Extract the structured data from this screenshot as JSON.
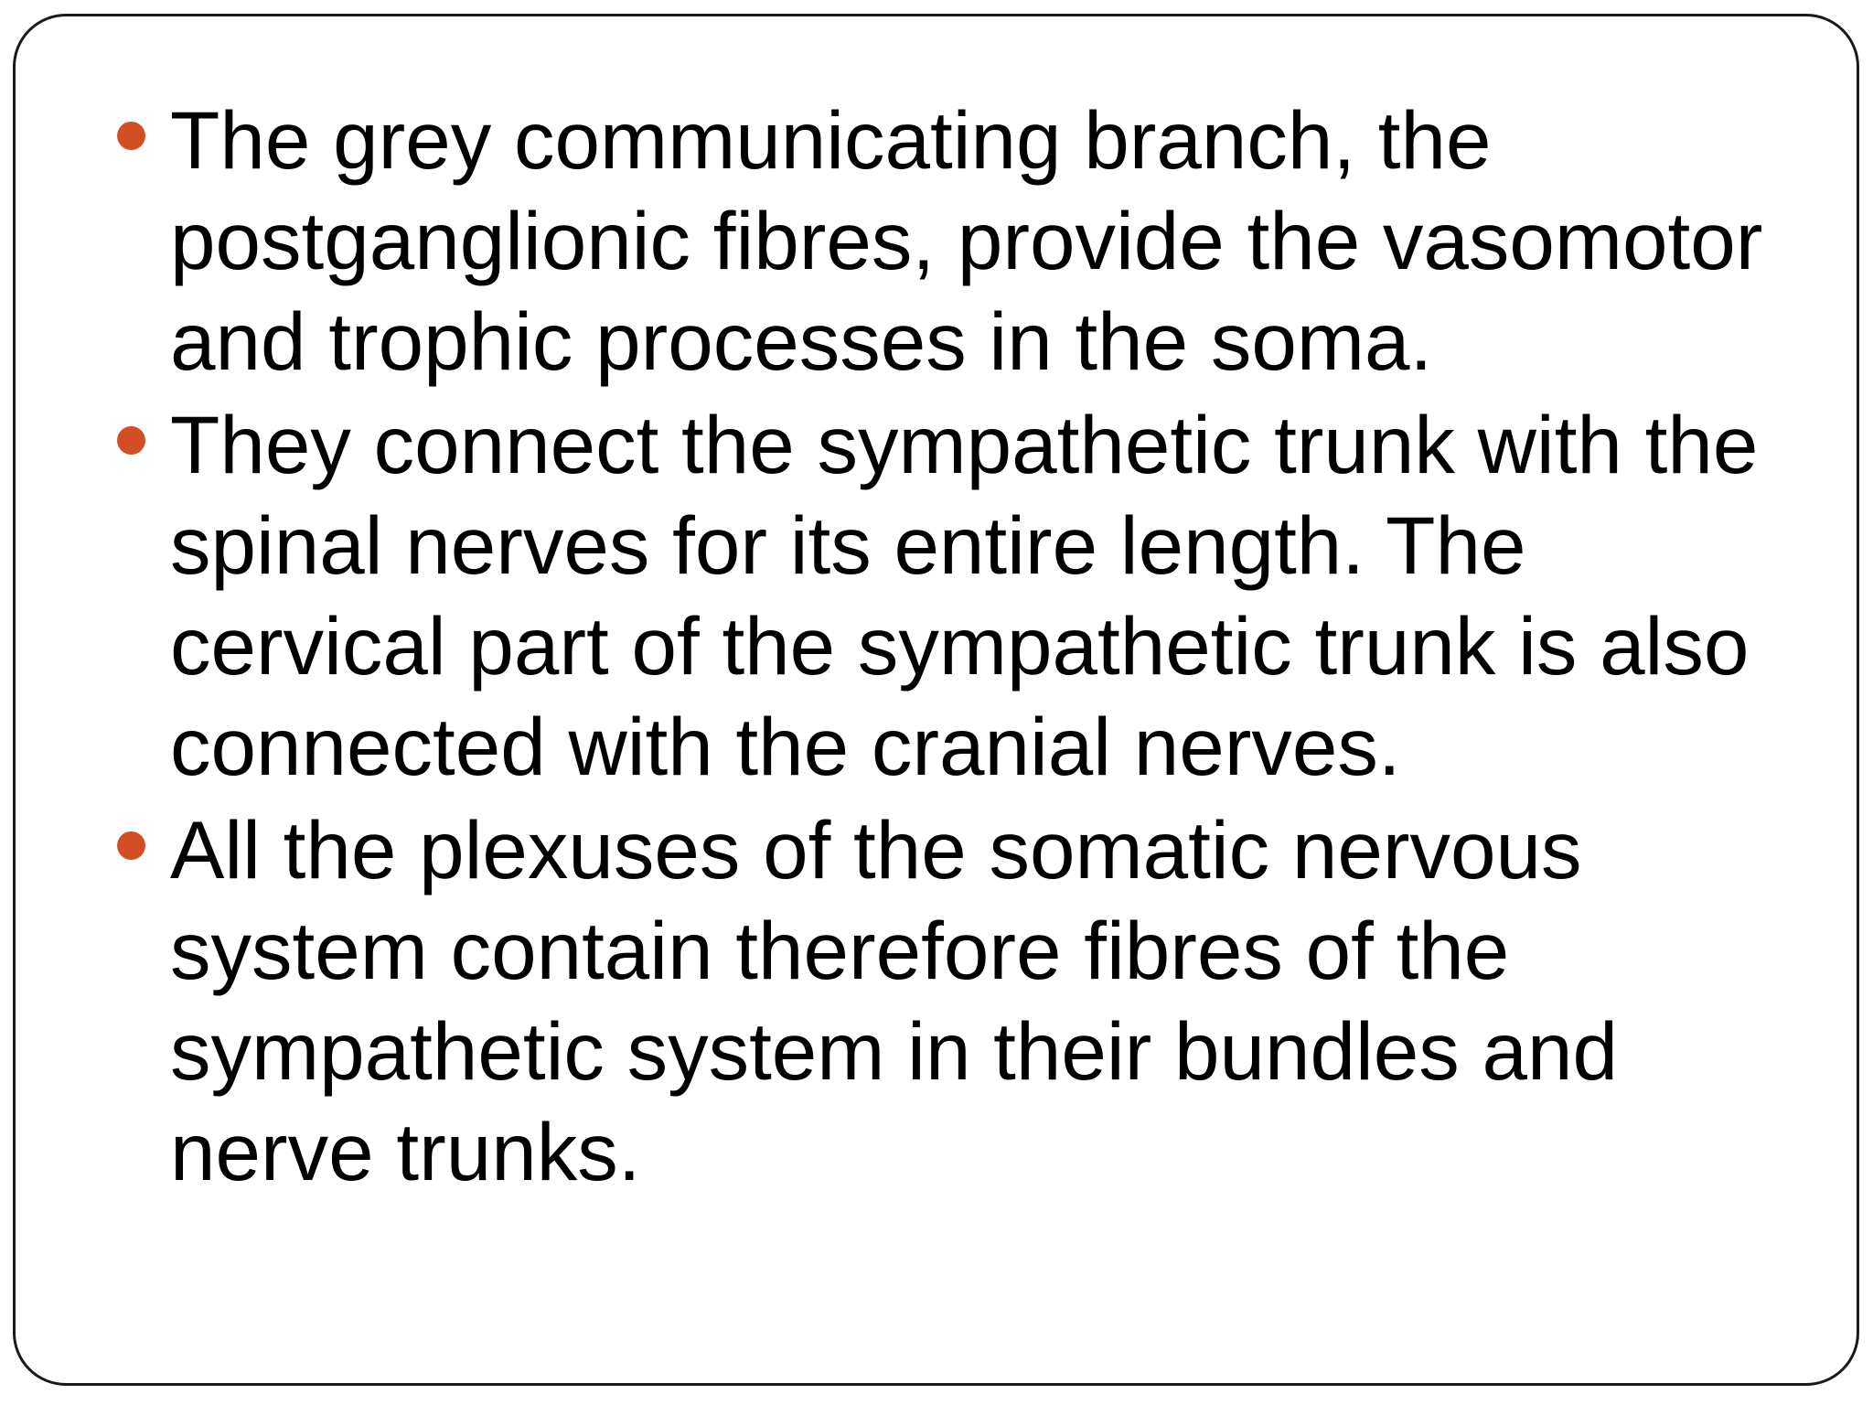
{
  "colors": {
    "bullet": "#d24f26",
    "text": "#000000",
    "border": "#1a1a1a",
    "background": "#ffffff"
  },
  "bullets": [
    {
      "icon": "bullet-dot-icon",
      "text": "The grey communicating branch, the postganglionic fibres, provide the vasomotor and trophic processes in the soma."
    },
    {
      "icon": "bullet-dot-icon",
      "text": "They connect the sympathetic trunk with the spinal nerves for its entire length. The cervical part of the sympathetic trunk is also connected with the cranial nerves."
    },
    {
      "icon": "bullet-dot-icon",
      "text": "All the plexuses of the somatic nervous system contain therefore fibres of the sympathetic system in their bundles and nerve trunks."
    }
  ]
}
